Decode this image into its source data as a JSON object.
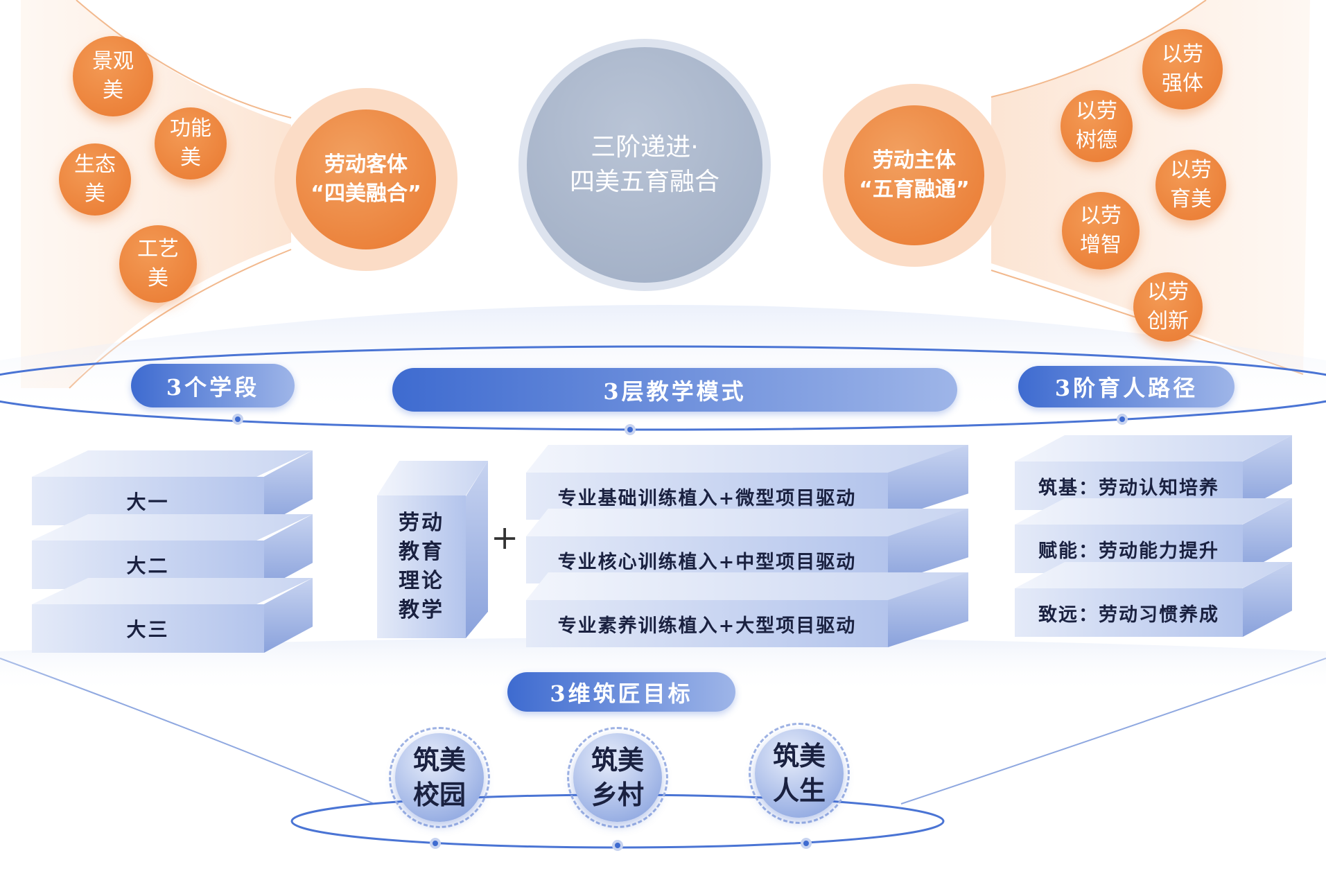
{
  "center": {
    "title": "三阶递进·\n四美五育融合"
  },
  "left": {
    "main": "劳动客体\n“四美融合”",
    "items": [
      "景观\n美",
      "功能\n美",
      "生态\n美",
      "工艺\n美"
    ]
  },
  "right": {
    "main": "劳动主体\n“五育融通”",
    "items": [
      "以劳\n强体",
      "以劳\n树德",
      "以劳\n育美",
      "以劳\n增智",
      "以劳\n创新"
    ]
  },
  "pills": {
    "stages": "3个学段",
    "modes": "3层教学模式",
    "paths": "3阶育人路径",
    "goals": "3维筑匠目标"
  },
  "stages": [
    "大一",
    "大二",
    "大三"
  ],
  "theory": "劳动\n教育\n理论\n教学",
  "plus": "+",
  "modes": [
    "专业基础训练植入+微型项目驱动",
    "专业核心训练植入+中型项目驱动",
    "专业素养训练植入+大型项目驱动"
  ],
  "paths": [
    "筑基：劳动认知培养",
    "赋能：劳动能力提升",
    "致远：劳动习惯养成"
  ],
  "goals": [
    "筑美\n校园",
    "筑美\n乡村",
    "筑美\n人生"
  ],
  "colors": {
    "orange": "#e9782f",
    "blue": "#3e6bd0",
    "gray": "#a7b4c8"
  }
}
